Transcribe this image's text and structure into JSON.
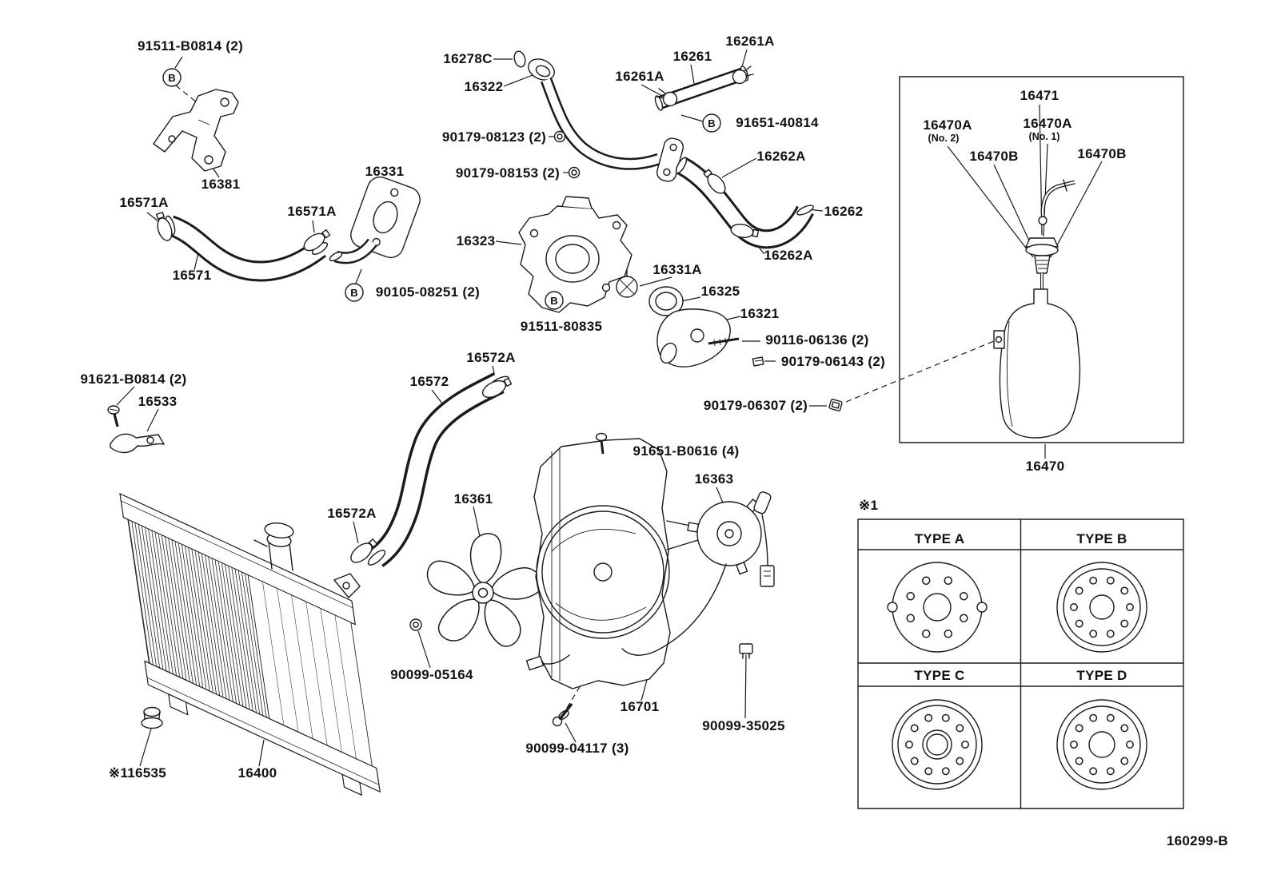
{
  "callouts": {
    "c91511_b0814": "91511-B0814 (2)",
    "c16381": "16381",
    "c16571a": "16571A",
    "c16571": "16571",
    "c16331": "16331",
    "c90105_08251": "90105-08251 (2)",
    "c16278c": "16278C",
    "c16322": "16322",
    "c16261a": "16261A",
    "c16261": "16261",
    "c91651_40814": "91651-40814",
    "c90179_08123": "90179-08123 (2)",
    "c90179_08153": "90179-08153 (2)",
    "c16262a": "16262A",
    "c16262": "16262",
    "c16323": "16323",
    "c16331a": "16331A",
    "c16325": "16325",
    "c16321": "16321",
    "c91511_80835": "91511-80835",
    "c90116_06136": "90116-06136 (2)",
    "c90179_06143": "90179-06143 (2)",
    "c90179_06307": "90179-06307 (2)",
    "c16471": "16471",
    "c16470a": "16470A",
    "c16470a_no2": "(No. 2)",
    "c16470a_no1": "(No. 1)",
    "c16470b": "16470B",
    "c16470": "16470",
    "c91621_b0814": "91621-B0814 (2)",
    "c16533": "16533",
    "c16572a": "16572A",
    "c16572": "16572",
    "c16361": "16361",
    "c91651_b0616": "91651-B0616 (4)",
    "c16363": "16363",
    "c90099_05164": "90099-05164",
    "c16701": "16701",
    "c90099_04117": "90099-04117 (3)",
    "c90099_35025": "90099-35025",
    "c16535": "※116535",
    "c16400": "16400"
  },
  "glyphs": {
    "circled_b": "B"
  },
  "type_table": {
    "note": "※1",
    "type_a": "TYPE A",
    "type_b": "TYPE B",
    "type_c": "TYPE C",
    "type_d": "TYPE D"
  },
  "doc_number": "160299-B"
}
